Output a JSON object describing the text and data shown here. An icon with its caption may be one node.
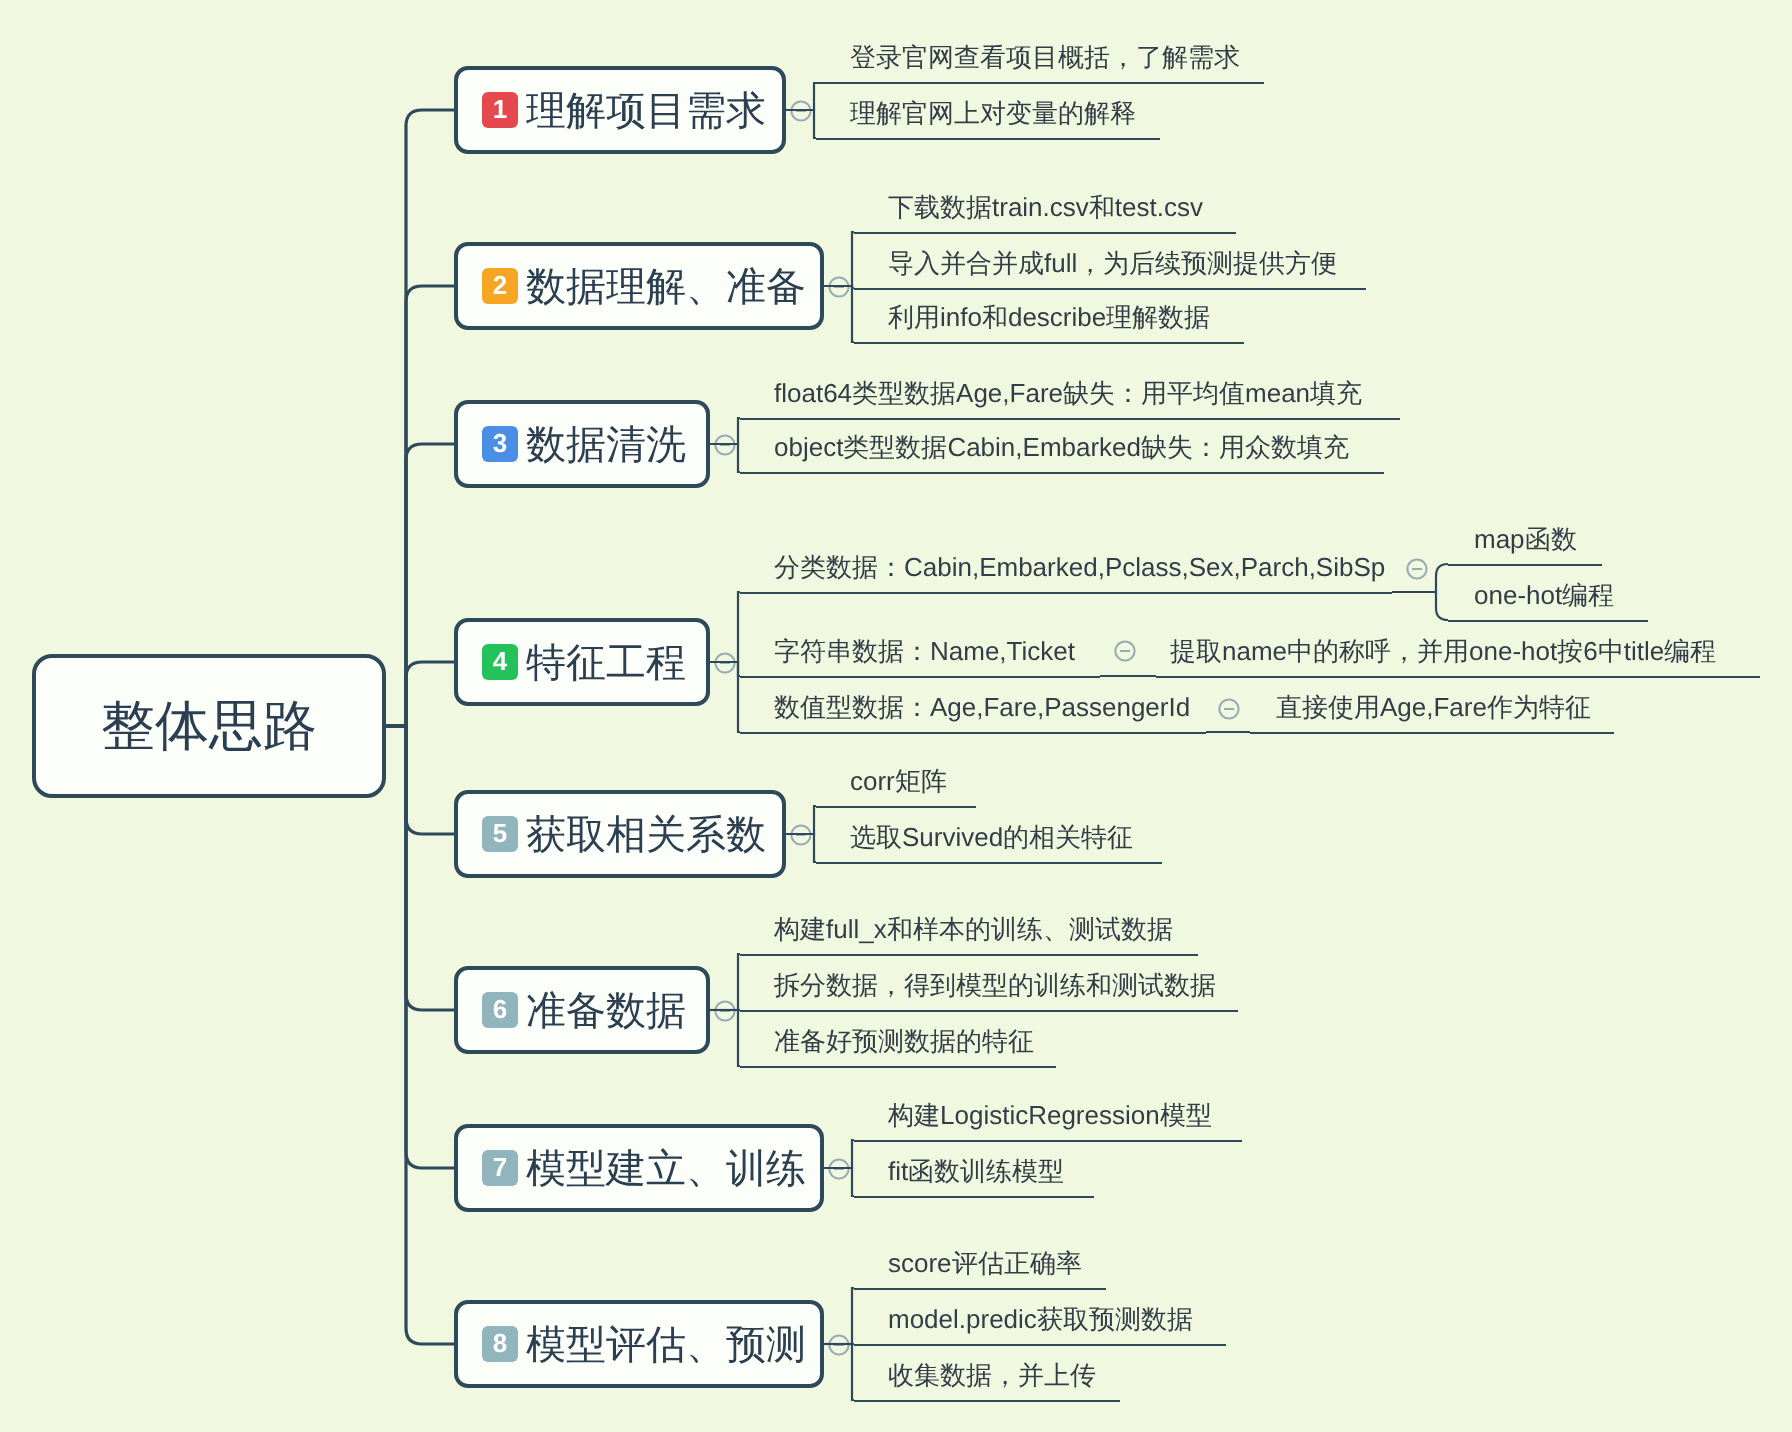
{
  "diagram": {
    "nodes": [
      {
        "text": [
          "整体思路"
        ]
      },
      {
        "text": [
          "1",
          "理解项目需求"
        ]
      },
      {
        "text": [
          "登录官网查看项目概括，了解需求"
        ]
      },
      {
        "text": [
          "理解官网上对变量的解释"
        ]
      },
      {
        "text": [
          "2",
          "数据理解、准备"
        ]
      },
      {
        "text": [
          "下载数据train.csv和test.csv"
        ]
      },
      {
        "text": [
          "导入并合并成full，为后续预测提供方便"
        ]
      },
      {
        "text": [
          "利用info和describe理解数据"
        ]
      },
      {
        "text": [
          "3",
          "数据清洗"
        ]
      },
      {
        "text": [
          "float64类型数据Age,Fare缺失：用平均值mean填充"
        ]
      },
      {
        "text": [
          "object类型数据Cabin,Embarked缺失：用众数填充"
        ]
      },
      {
        "text": [
          "4",
          "特征工程"
        ]
      },
      {
        "text": [
          "分类数据：Cabin,Embarked,Pclass,Sex,Parch,SibSp"
        ]
      },
      {
        "text": [
          "map函数"
        ]
      },
      {
        "text": [
          "one-hot编程"
        ]
      },
      {
        "text": [
          "字符串数据：Name,Ticket"
        ]
      },
      {
        "text": [
          "提取name中的称呼，并用one-hot按6中title编程"
        ]
      },
      {
        "text": [
          "数值型数据：Age,Fare,PassengerId"
        ]
      },
      {
        "text": [
          "直接使用Age,Fare作为特征"
        ]
      },
      {
        "text": [
          "5",
          "获取相关系数"
        ]
      },
      {
        "text": [
          "corr矩阵"
        ]
      },
      {
        "text": [
          "选取Survived的相关特征"
        ]
      },
      {
        "text": [
          "6",
          "准备数据"
        ]
      },
      {
        "text": [
          "构建full_x和样本的训练、测试数据"
        ]
      },
      {
        "text": [
          "拆分数据，得到模型的训练和测试数据"
        ]
      },
      {
        "text": [
          "准备好预测数据的特征"
        ]
      },
      {
        "text": [
          "7",
          "模型建立、训练"
        ]
      },
      {
        "text": [
          "构建LogisticRegression模型"
        ]
      },
      {
        "text": [
          "fit函数训练模型"
        ]
      },
      {
        "text": [
          "8",
          "模型评估、预测"
        ]
      },
      {
        "text": [
          "score评估正确率"
        ]
      },
      {
        "text": [
          "model.predic获取预测数据"
        ]
      },
      {
        "text": [
          "收集数据，并上传"
        ]
      }
    ],
    "edges": [
      {
        "from": 0,
        "to": 1,
        "arrow": "none"
      },
      {
        "from": 0,
        "to": 4,
        "arrow": "none"
      },
      {
        "from": 0,
        "to": 8,
        "arrow": "none"
      },
      {
        "from": 0,
        "to": 11,
        "arrow": "none"
      },
      {
        "from": 0,
        "to": 19,
        "arrow": "none"
      },
      {
        "from": 0,
        "to": 22,
        "arrow": "none"
      },
      {
        "from": 0,
        "to": 26,
        "arrow": "none"
      },
      {
        "from": 0,
        "to": 29,
        "arrow": "none"
      },
      {
        "from": 1,
        "to": 2,
        "arrow": "none"
      },
      {
        "from": 1,
        "to": 3,
        "arrow": "none"
      },
      {
        "from": 4,
        "to": 5,
        "arrow": "none"
      },
      {
        "from": 4,
        "to": 6,
        "arrow": "none"
      },
      {
        "from": 4,
        "to": 7,
        "arrow": "none"
      },
      {
        "from": 8,
        "to": 9,
        "arrow": "none"
      },
      {
        "from": 8,
        "to": 10,
        "arrow": "none"
      },
      {
        "from": 11,
        "to": 12,
        "arrow": "none"
      },
      {
        "from": 12,
        "to": 13,
        "arrow": "none"
      },
      {
        "from": 12,
        "to": 14,
        "arrow": "none"
      },
      {
        "from": 11,
        "to": 15,
        "arrow": "none"
      },
      {
        "from": 15,
        "to": 16,
        "arrow": "none"
      },
      {
        "from": 11,
        "to": 17,
        "arrow": "none"
      },
      {
        "from": 17,
        "to": 18,
        "arrow": "none"
      },
      {
        "from": 19,
        "to": 20,
        "arrow": "none"
      },
      {
        "from": 19,
        "to": 21,
        "arrow": "none"
      },
      {
        "from": 22,
        "to": 23,
        "arrow": "none"
      },
      {
        "from": 22,
        "to": 24,
        "arrow": "none"
      },
      {
        "from": 22,
        "to": 25,
        "arrow": "none"
      },
      {
        "from": 26,
        "to": 27,
        "arrow": "none"
      },
      {
        "from": 26,
        "to": 28,
        "arrow": "none"
      },
      {
        "from": 29,
        "to": 30,
        "arrow": "none"
      },
      {
        "from": 29,
        "to": 31,
        "arrow": "none"
      },
      {
        "from": 29,
        "to": 32,
        "arrow": "none"
      }
    ]
  }
}
